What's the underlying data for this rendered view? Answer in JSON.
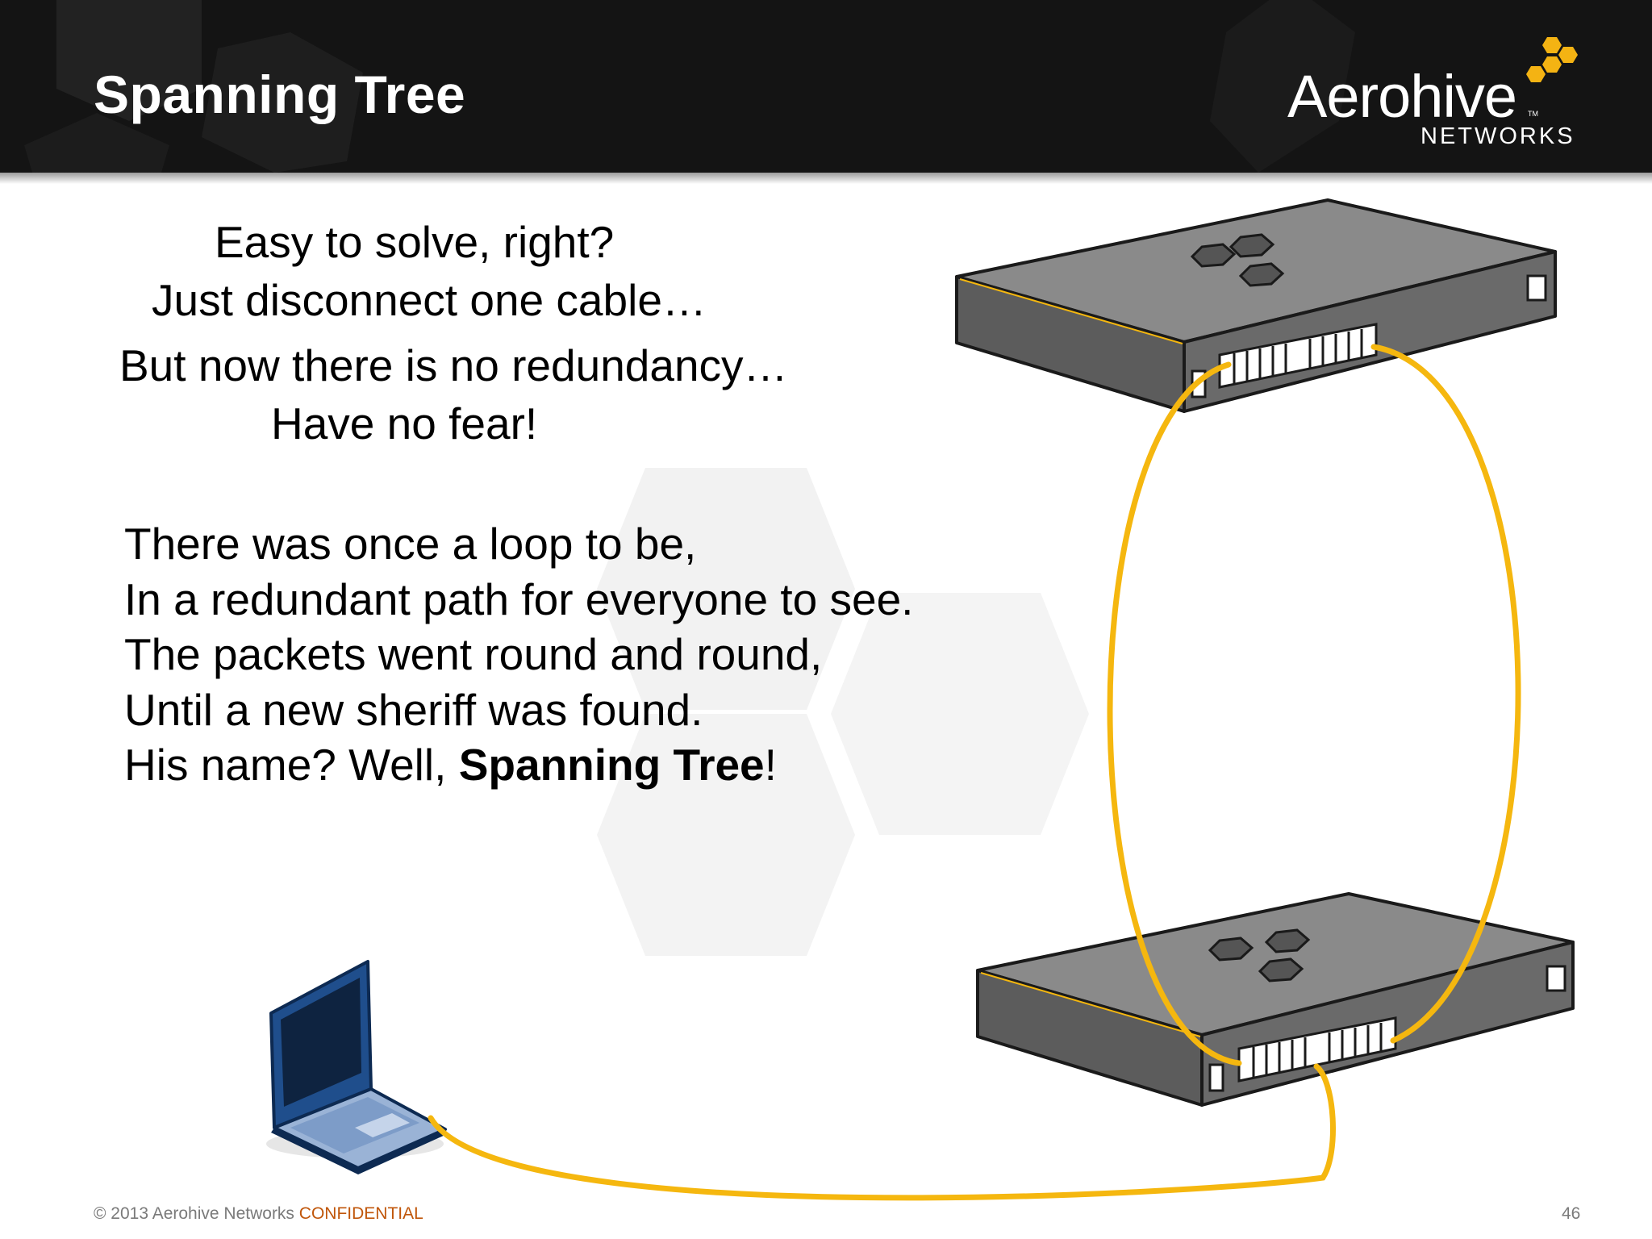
{
  "slide": {
    "title": "Spanning Tree",
    "logo": {
      "word": "Aerohive",
      "tm": "TM",
      "sub": "NETWORKS"
    },
    "intro_lines": [
      "Easy to solve, right?",
      "Just disconnect one cable…",
      "But now there is no redundancy…",
      "Have no fear!"
    ],
    "poem_lines": [
      "There was once a loop to be,",
      "In a redundant path for everyone to see.",
      "The packets went round and round,",
      "Until a new sheriff was found."
    ],
    "poem_last": {
      "prefix": "His name? Well, ",
      "bold": "Spanning Tree",
      "suffix": "!"
    },
    "footer": {
      "copyright": "© 2013 Aerohive Networks ",
      "confidential": "CONFIDENTIAL",
      "page_number": "46"
    }
  },
  "colors": {
    "header_bg": "#141414",
    "cable": "#f5b70f",
    "logo_gold": "#f4b313",
    "switch_top": "#8a8a8a",
    "switch_front": "#5c5c5c",
    "laptop_blue": "#1f4e8c",
    "confidential": "#c0560a"
  },
  "diagram": {
    "devices": [
      "switch-top",
      "switch-bottom",
      "laptop"
    ],
    "links": [
      {
        "from": "switch-top",
        "to": "switch-bottom",
        "label": "cable-left"
      },
      {
        "from": "switch-top",
        "to": "switch-bottom",
        "label": "cable-right"
      },
      {
        "from": "laptop",
        "to": "switch-bottom",
        "label": "cable-laptop"
      }
    ]
  }
}
